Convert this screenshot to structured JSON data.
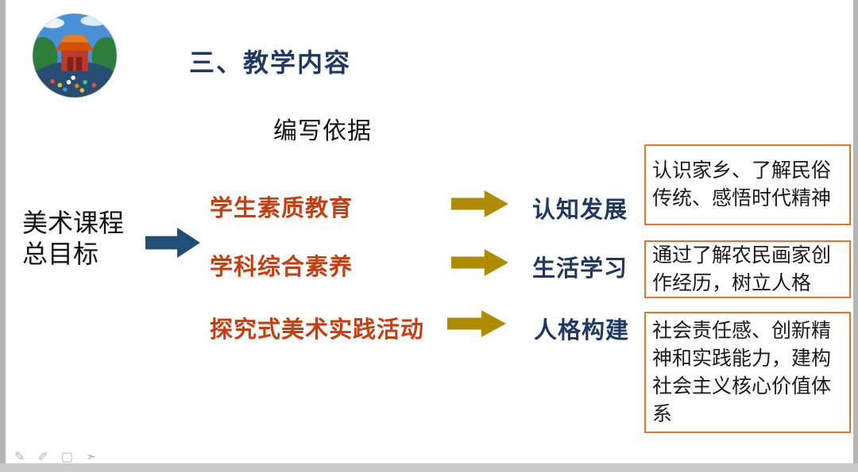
{
  "slide": {
    "title": "三、教学内容",
    "subtitle": "编写依据",
    "source_label": "美术课程\n总目标",
    "flow": {
      "middle_items": [
        "学生素质教育",
        "学科综合素养",
        "探究式美术实践活动"
      ],
      "right_items": [
        "认知发展",
        "生活学习",
        "人格构建"
      ],
      "annotation_boxes": [
        "认识家乡、了解民俗传统、感悟时代精神",
        "通过了解农民画家创作经历，树立人格",
        "社会责任感、创新精神和实践能力，建构社会主义核心价值体系"
      ]
    }
  },
  "colors": {
    "title_blue": "#1F3864",
    "orange_text": "#C63D0F",
    "gold_arrow": "#AE8B00",
    "navy_arrow": "#1F4E79",
    "box_border": "#E8732C"
  },
  "toolbar": {
    "icons": [
      "pen-icon",
      "marker-icon",
      "shape-icon",
      "pointer-icon"
    ],
    "glyphs": {
      "pen": "✎",
      "marker": "✐",
      "shape": "▢",
      "pointer": "➣"
    }
  }
}
